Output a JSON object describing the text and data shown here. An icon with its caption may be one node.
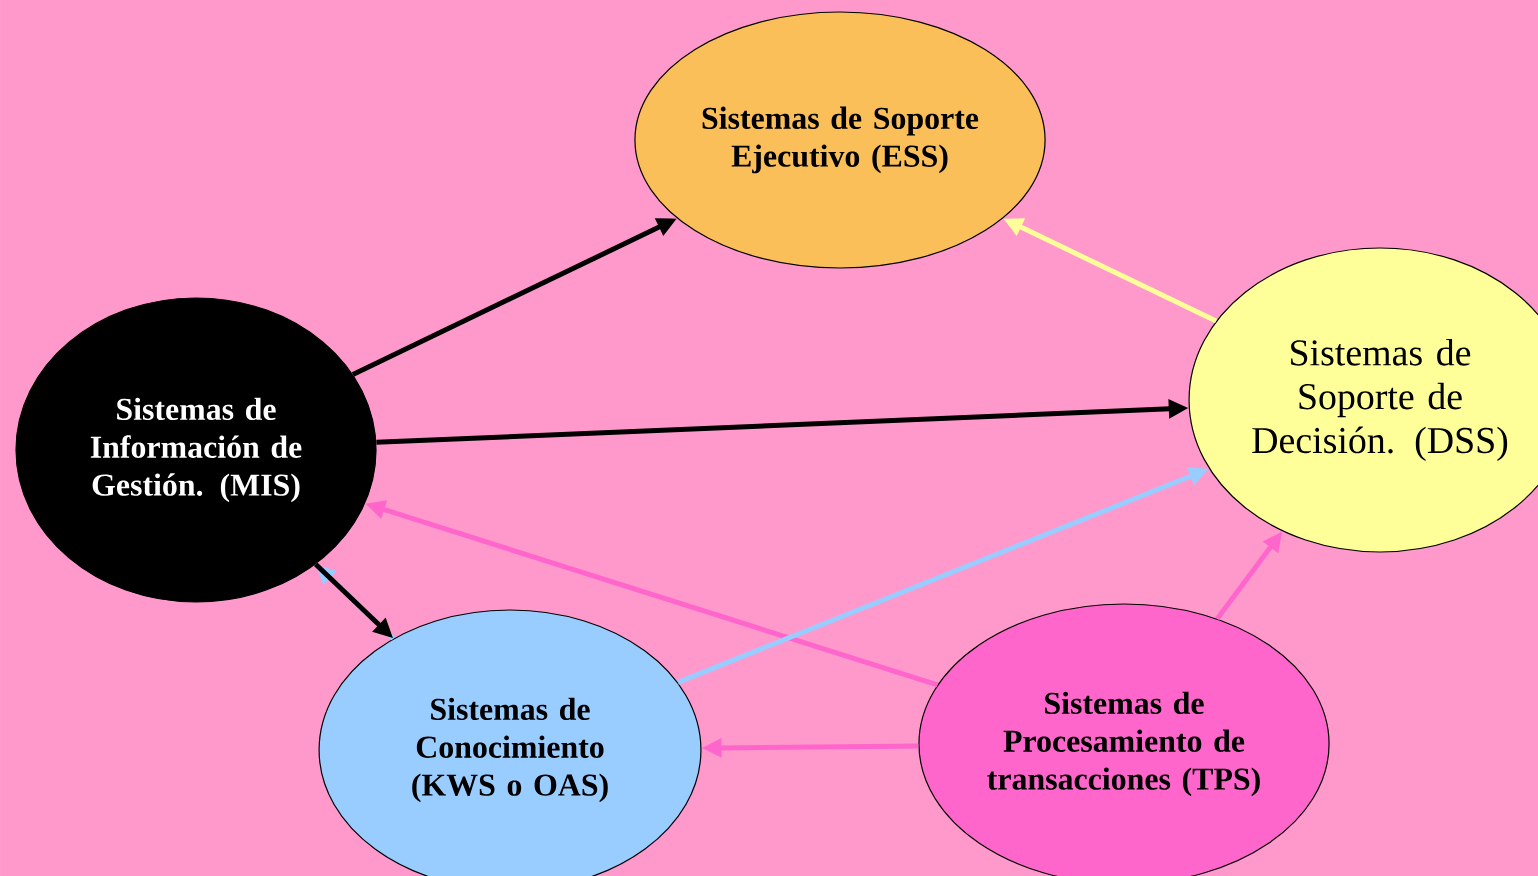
{
  "diagram": {
    "nodes": [
      {
        "text": [
          "Sistemas de Soporte Ejecutivo (ESS)"
        ]
      },
      {
        "text": [
          "Sistemas de Soporte de Decisión. (DSS)"
        ]
      },
      {
        "text": [
          "Sistemas de Información de Gestión. (MIS)"
        ]
      },
      {
        "text": [
          "Sistemas de Conocimiento (KWS o OAS)"
        ]
      },
      {
        "text": [
          "Sistemas de Procesamiento de transacciones (TPS)"
        ]
      }
    ],
    "edges": [
      {
        "from": 2,
        "to": 0,
        "arrow": "to"
      },
      {
        "from": 1,
        "to": 0,
        "arrow": "to",
        "color": "#ffff99"
      },
      {
        "from": 2,
        "to": 1,
        "arrow": "to"
      },
      {
        "from": 4,
        "to": 2,
        "arrow": "to",
        "color": "#ff66cc"
      },
      {
        "from": 3,
        "to": 2,
        "arrow": "to",
        "color": "#99ccff"
      },
      {
        "from": 3,
        "to": 1,
        "arrow": "to",
        "color": "#99ccff"
      },
      {
        "from": 2,
        "to": 3,
        "arrow": "to"
      },
      {
        "from": 4,
        "to": 3,
        "arrow": "to",
        "color": "#ff66cc"
      },
      {
        "from": 4,
        "to": 1,
        "arrow": "to",
        "color": "#ff66cc"
      }
    ]
  }
}
